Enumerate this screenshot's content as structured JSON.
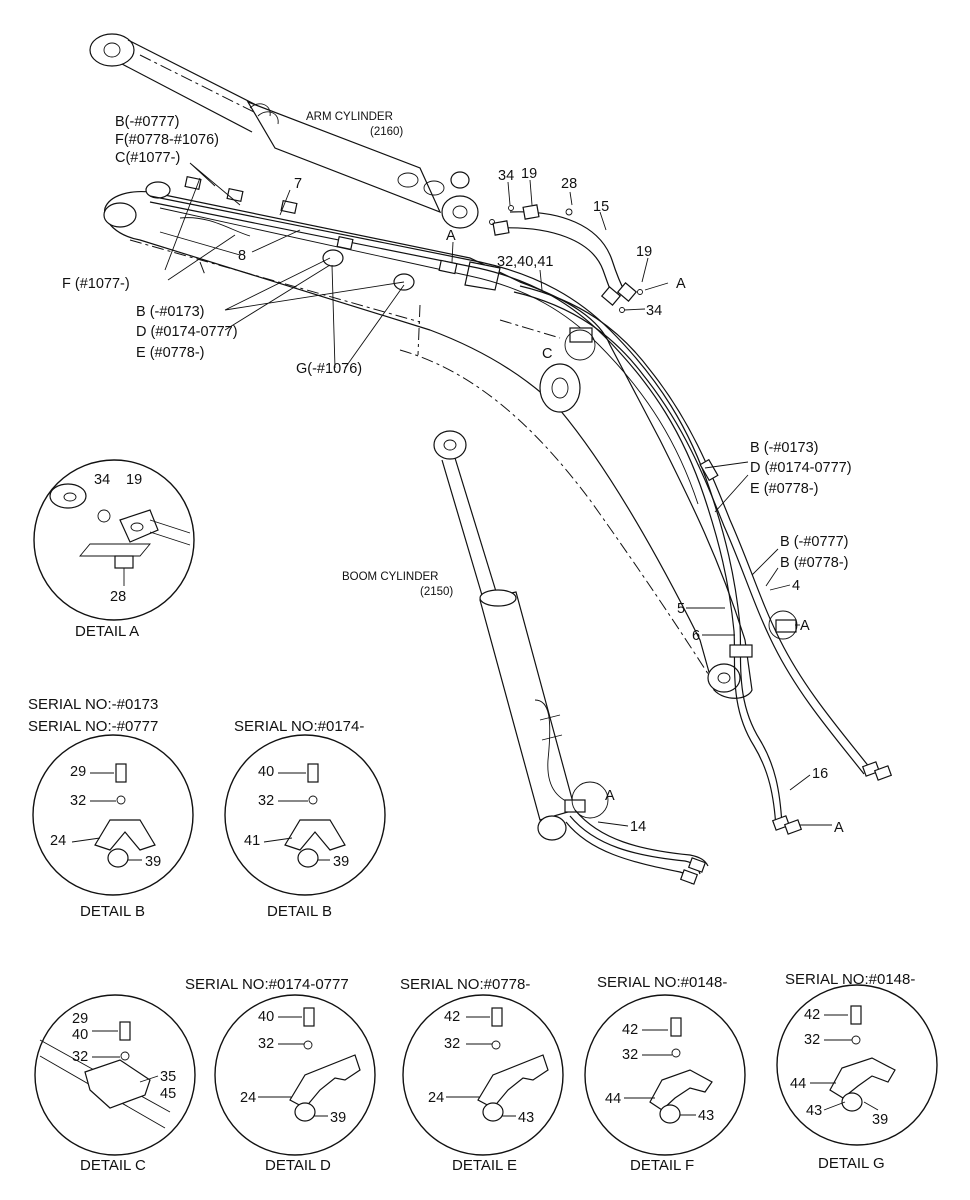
{
  "cylinders": {
    "arm_label": "ARM CYLINDER",
    "arm_code": "(2160)",
    "boom_label": "BOOM CYLINDER",
    "boom_code": "(2150)"
  },
  "callouts": {
    "b_0777": "B(-#0777)",
    "f_0778_1076": "F(#0778-#1076)",
    "c_1077": "C(#1077-)",
    "n7": "7",
    "n8": "8",
    "f_1077": "F (#1077-)",
    "b_0173": "B (-#0173)",
    "d_0174_0777": "D (#0174-0777)",
    "e_0778": "E (#0778-)",
    "g_1076": "G(-#1076)",
    "n34a": "34",
    "n19a": "19",
    "n28": "28",
    "n15": "15",
    "n19b": "19",
    "a1": "A",
    "n34b": "34",
    "a_top": "A",
    "n32_40_41": "32,40,41",
    "c_letter": "C",
    "r_b_0173": "B (-#0173)",
    "r_d_0174_0777": "D (#0174-0777)",
    "r_e_0778": "E (#0778-)",
    "r_b_0777": "B (-#0777)",
    "r_b_0778": "B (#0778-)",
    "n4": "4",
    "n5": "5",
    "n6": "6",
    "a_right": "A",
    "n16": "16",
    "a_bottom": "A",
    "a_boom": "A",
    "n14": "14"
  },
  "detail_a": {
    "title": "DETAIL A",
    "p34": "34",
    "p19": "19",
    "p28": "28"
  },
  "detail_b1": {
    "serial1": "SERIAL NO:-#0173",
    "serial2": "SERIAL NO:-#0777",
    "title": "DETAIL B",
    "p29": "29",
    "p32": "32",
    "p24": "24",
    "p39": "39"
  },
  "detail_b2": {
    "serial": "SERIAL NO:#0174-",
    "title": "DETAIL B",
    "p40": "40",
    "p32": "32",
    "p41": "41",
    "p39": "39"
  },
  "detail_c": {
    "title": "DETAIL C",
    "p29": "29",
    "p40": "40",
    "p32": "32",
    "p35": "35",
    "p45": "45"
  },
  "detail_d": {
    "serial": "SERIAL NO:#0174-0777",
    "title": "DETAIL D",
    "p40": "40",
    "p32": "32",
    "p24": "24",
    "p39": "39"
  },
  "detail_e": {
    "serial": "SERIAL NO:#0778-",
    "title": "DETAIL E",
    "p42": "42",
    "p32": "32",
    "p24": "24",
    "p43": "43"
  },
  "detail_f": {
    "serial": "SERIAL NO:#0148-",
    "title": "DETAIL F",
    "p42": "42",
    "p32": "32",
    "p44": "44",
    "p43": "43"
  },
  "detail_g": {
    "serial": "SERIAL NO:#0148-",
    "title": "DETAIL G",
    "p42": "42",
    "p32": "32",
    "p44": "44",
    "p43": "43",
    "p39": "39"
  }
}
